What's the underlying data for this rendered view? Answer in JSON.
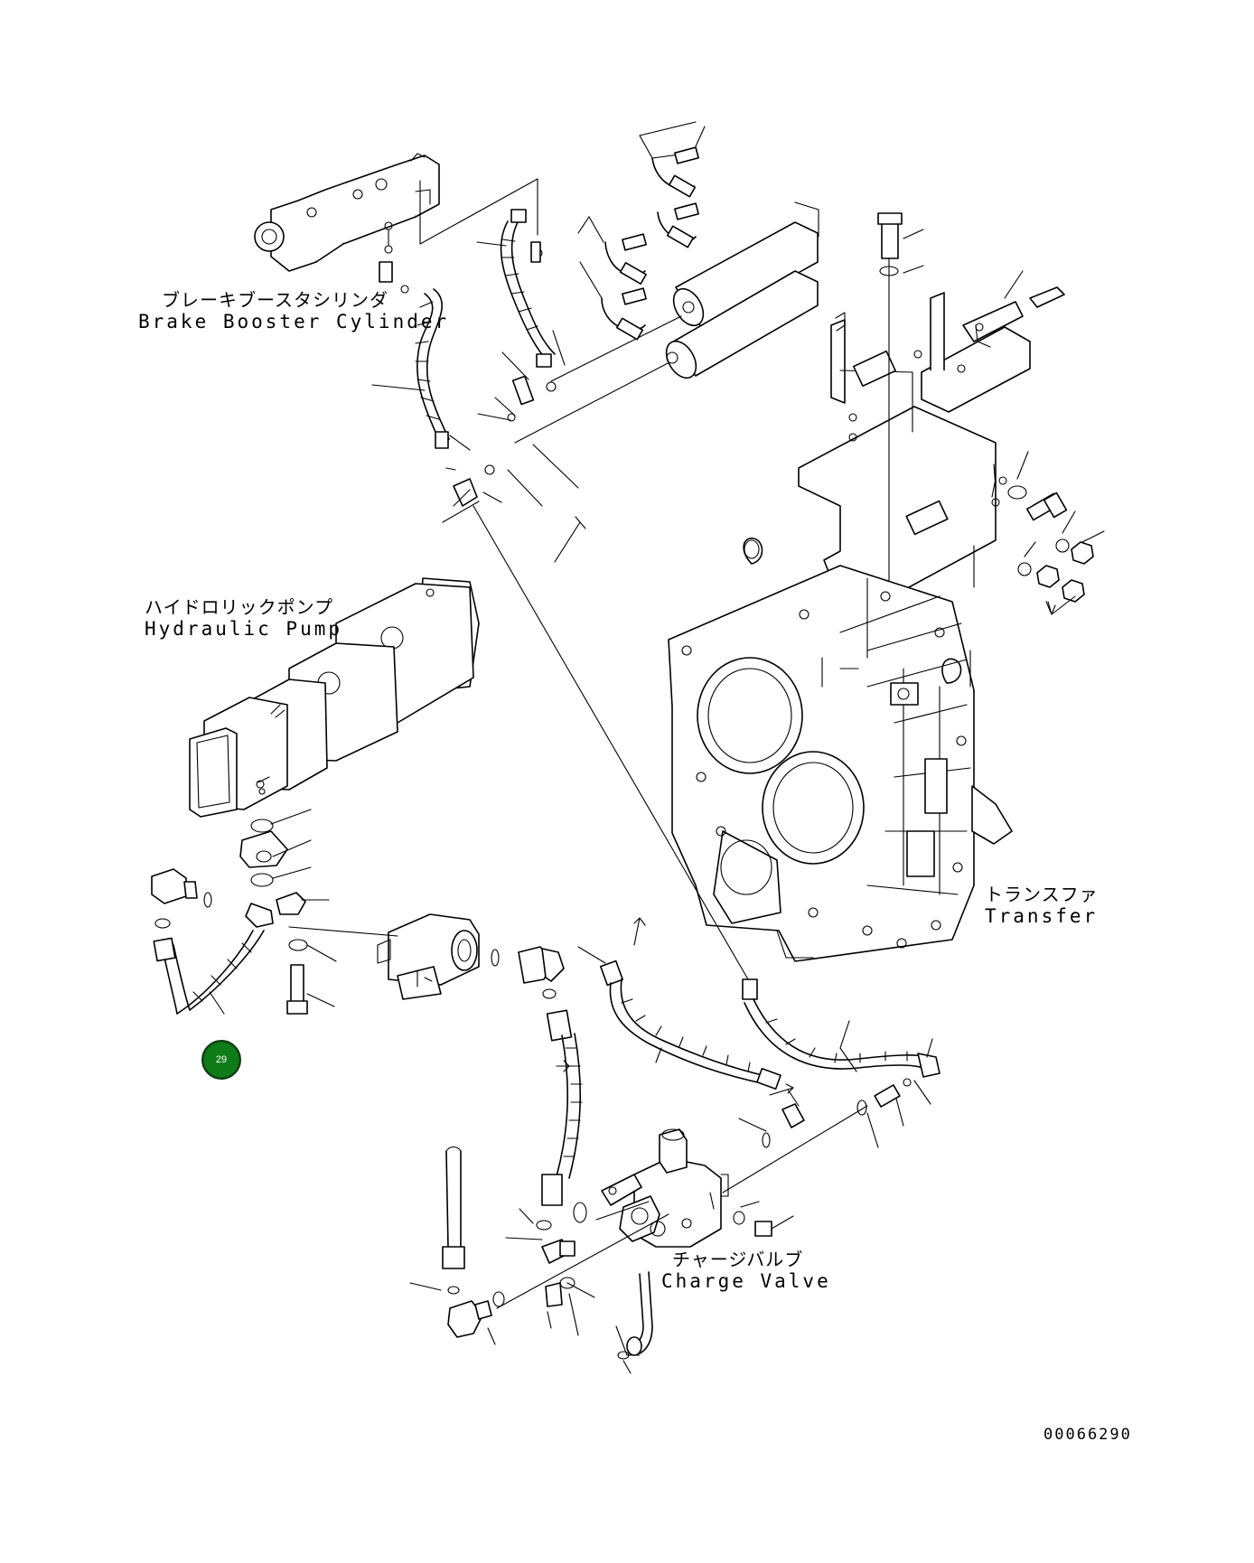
{
  "labels": {
    "brake_booster": {
      "jp": "ブレーキブースタシリンダ",
      "en": "Brake Booster Cylinder"
    },
    "hydraulic_pump": {
      "jp": "ハイドロリックポンプ",
      "en": "Hydraulic Pump"
    },
    "transfer": {
      "jp": "トランスファ",
      "en": "Transfer"
    },
    "charge_valve": {
      "jp": "チャージバルブ",
      "en": "Charge Valve"
    }
  },
  "callout": {
    "number": "29",
    "color": "#0f7d17"
  },
  "drawing_number": "00066290"
}
